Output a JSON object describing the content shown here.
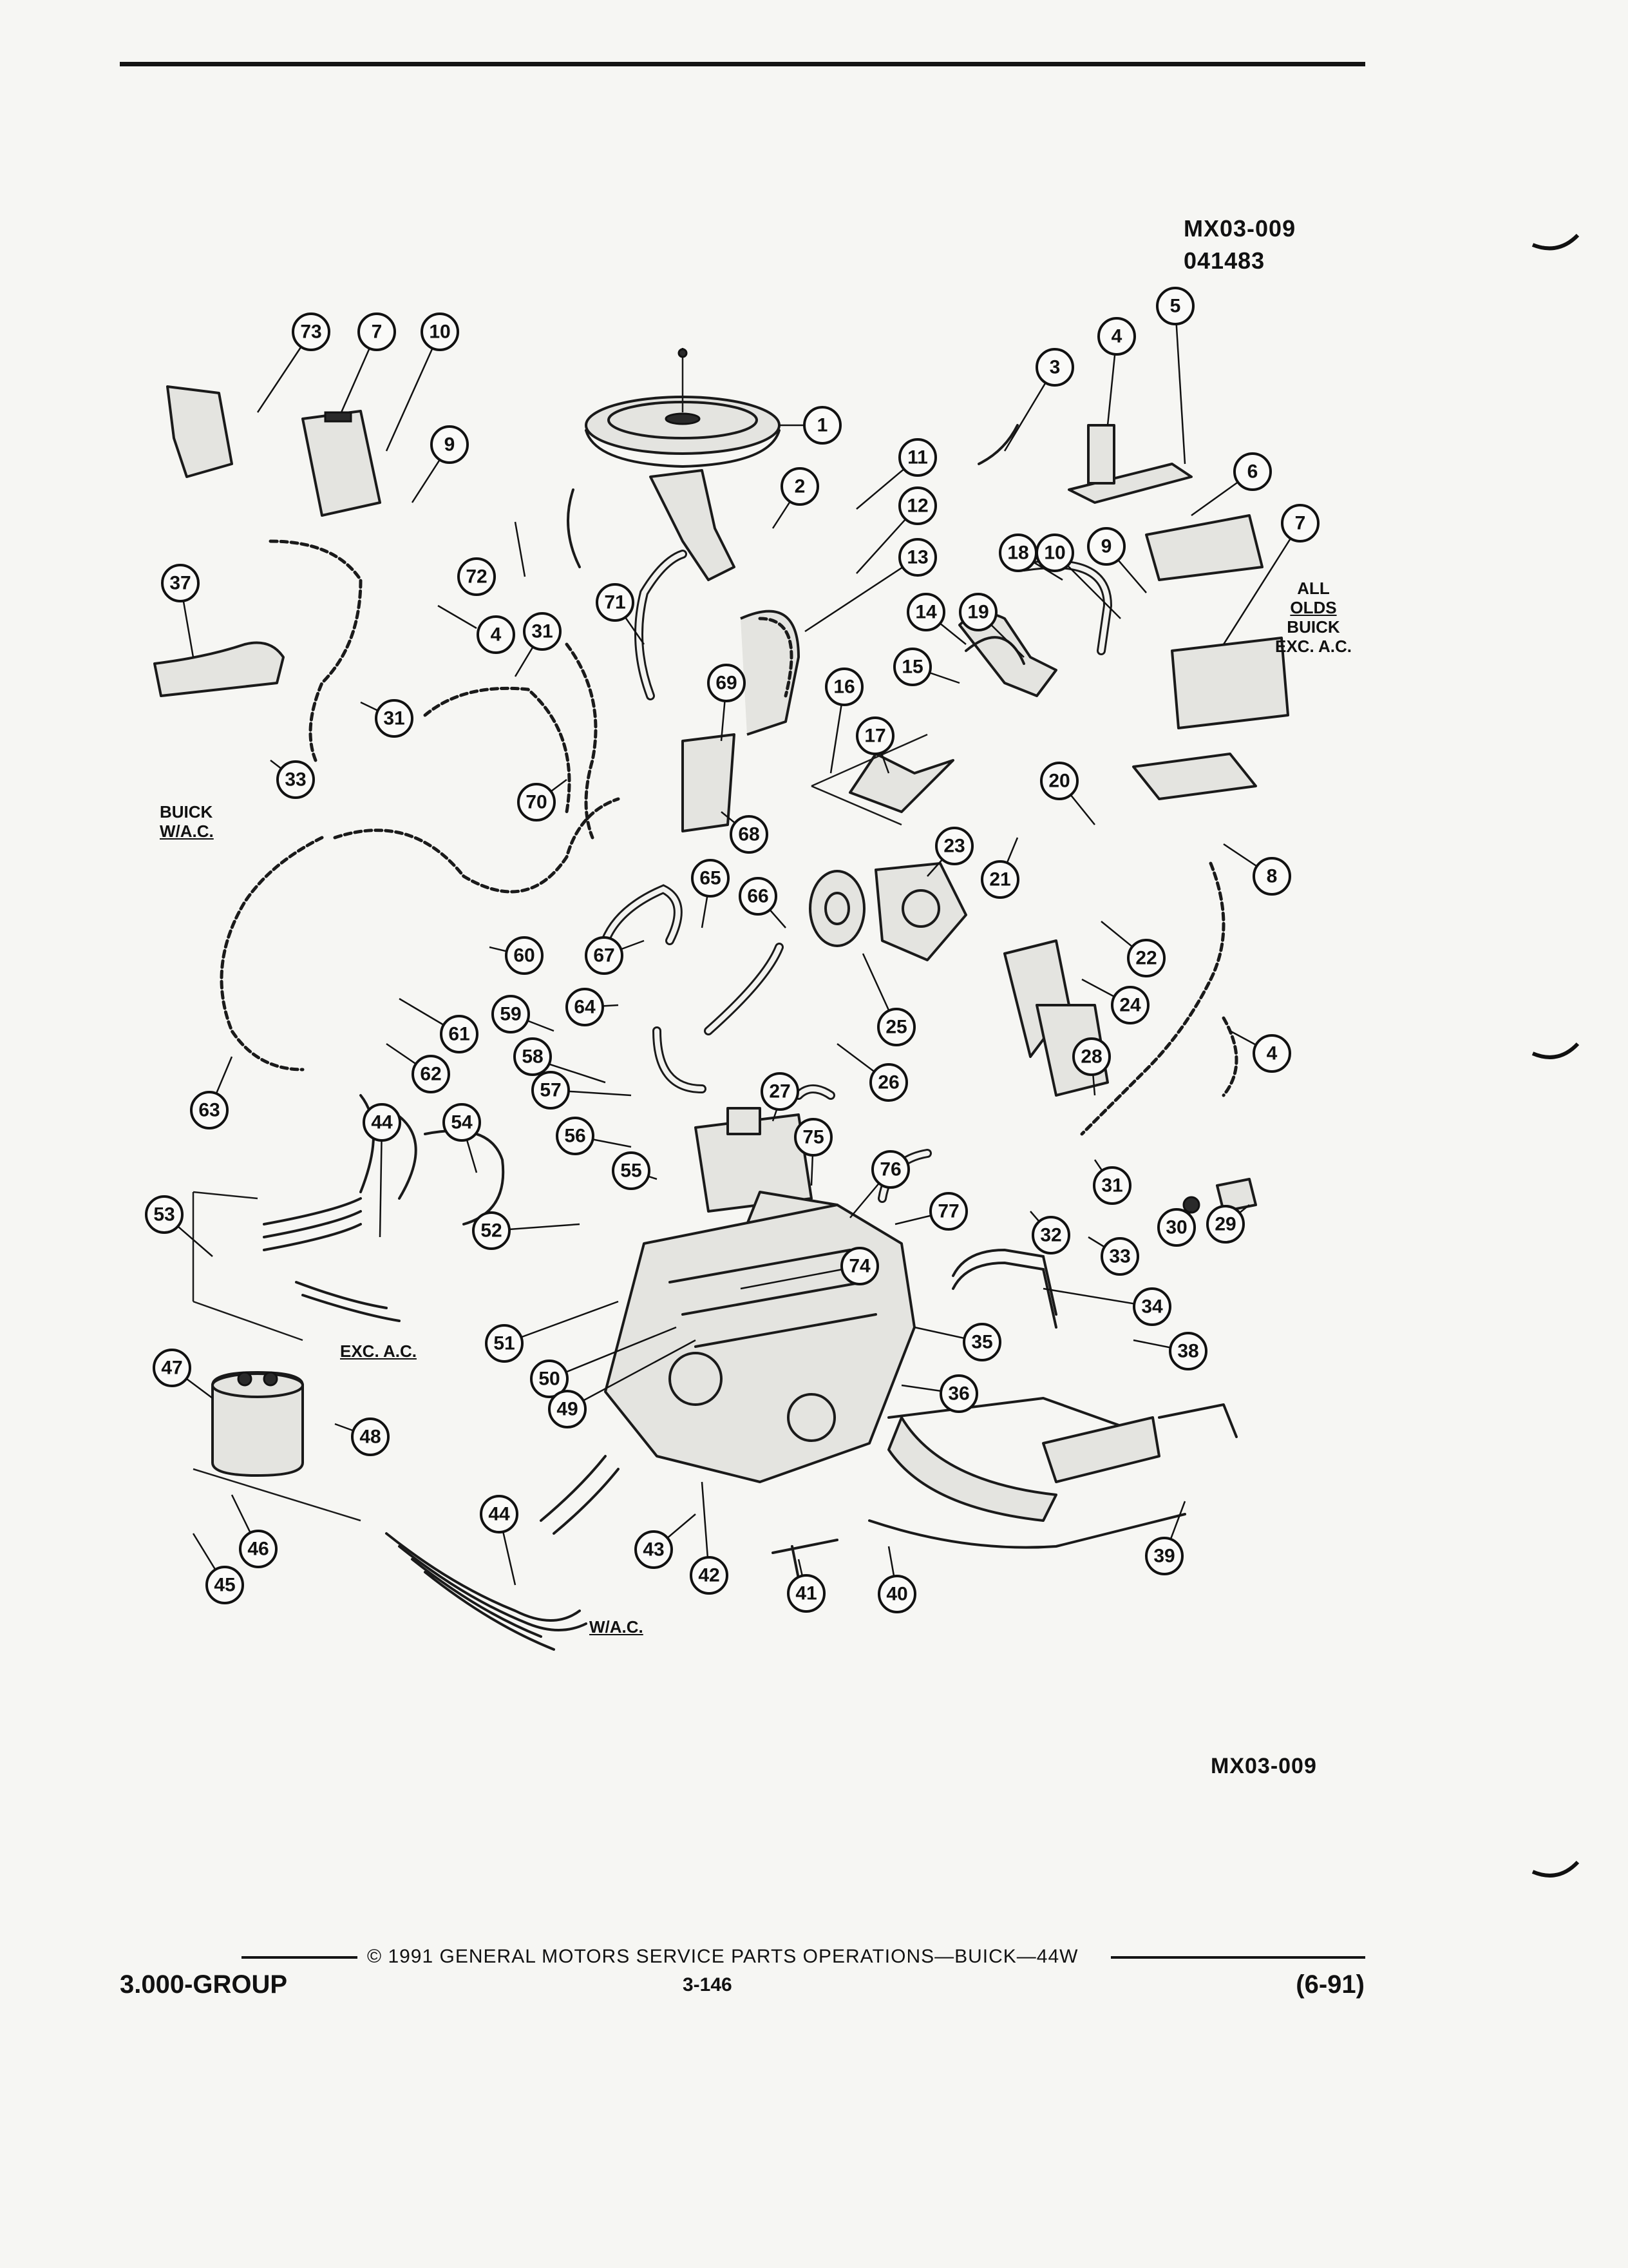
{
  "header": {
    "illustration_id": "MX03-009",
    "illustration_number": "041483",
    "illustration_id_bottom": "MX03-009"
  },
  "labels": {
    "all_olds": "ALL",
    "all_olds_2": "OLDS",
    "buick_exc_ac_1": "BUICK",
    "buick_exc_ac_2": "EXC. A.C.",
    "buick_wac_1": "BUICK",
    "buick_wac_2": "W/A.C.",
    "exc_ac": "EXC. A.C.",
    "wac": "W/A.C."
  },
  "callouts": [
    {
      "n": "73"
    },
    {
      "n": "7"
    },
    {
      "n": "10"
    },
    {
      "n": "9"
    },
    {
      "n": "72"
    },
    {
      "n": "4"
    },
    {
      "n": "37"
    },
    {
      "n": "31"
    },
    {
      "n": "33"
    },
    {
      "n": "71"
    },
    {
      "n": "31"
    },
    {
      "n": "70"
    },
    {
      "n": "1"
    },
    {
      "n": "2"
    },
    {
      "n": "11"
    },
    {
      "n": "12"
    },
    {
      "n": "13"
    },
    {
      "n": "69"
    },
    {
      "n": "68"
    },
    {
      "n": "3"
    },
    {
      "n": "4"
    },
    {
      "n": "5"
    },
    {
      "n": "6"
    },
    {
      "n": "7"
    },
    {
      "n": "18"
    },
    {
      "n": "10"
    },
    {
      "n": "9"
    },
    {
      "n": "14"
    },
    {
      "n": "19"
    },
    {
      "n": "15"
    },
    {
      "n": "16"
    },
    {
      "n": "17"
    },
    {
      "n": "20"
    },
    {
      "n": "23"
    },
    {
      "n": "21"
    },
    {
      "n": "8"
    },
    {
      "n": "22"
    },
    {
      "n": "65"
    },
    {
      "n": "66"
    },
    {
      "n": "60"
    },
    {
      "n": "67"
    },
    {
      "n": "64"
    },
    {
      "n": "61"
    },
    {
      "n": "62"
    },
    {
      "n": "63"
    },
    {
      "n": "59"
    },
    {
      "n": "58"
    },
    {
      "n": "57"
    },
    {
      "n": "25"
    },
    {
      "n": "26"
    },
    {
      "n": "24"
    },
    {
      "n": "28"
    },
    {
      "n": "4"
    },
    {
      "n": "27"
    },
    {
      "n": "44"
    },
    {
      "n": "54"
    },
    {
      "n": "56"
    },
    {
      "n": "55"
    },
    {
      "n": "75"
    },
    {
      "n": "76"
    },
    {
      "n": "77"
    },
    {
      "n": "31"
    },
    {
      "n": "29"
    },
    {
      "n": "30"
    },
    {
      "n": "32"
    },
    {
      "n": "33"
    },
    {
      "n": "53"
    },
    {
      "n": "52"
    },
    {
      "n": "74"
    },
    {
      "n": "34"
    },
    {
      "n": "35"
    },
    {
      "n": "38"
    },
    {
      "n": "51"
    },
    {
      "n": "50"
    },
    {
      "n": "36"
    },
    {
      "n": "47"
    },
    {
      "n": "49"
    },
    {
      "n": "48"
    },
    {
      "n": "44"
    },
    {
      "n": "46"
    },
    {
      "n": "45"
    },
    {
      "n": "43"
    },
    {
      "n": "42"
    },
    {
      "n": "41"
    },
    {
      "n": "40"
    },
    {
      "n": "39"
    }
  ],
  "footer": {
    "copyright": "© 1991 GENERAL MOTORS SERVICE PARTS OPERATIONS—BUICK—44W",
    "group": "3.000-GROUP",
    "page": "3-146",
    "date": "(6-91)"
  }
}
